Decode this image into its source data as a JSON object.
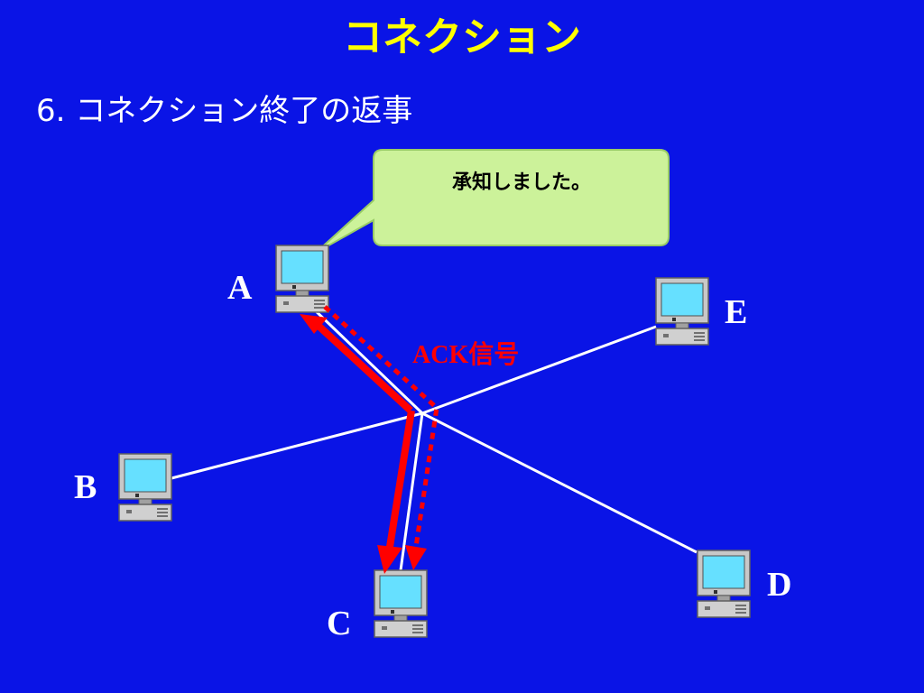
{
  "slide": {
    "title": "コネクション",
    "subtitle": "6. コネクション終了の返事"
  },
  "bubble": {
    "text": "承知しました。"
  },
  "nodes": [
    {
      "id": "A",
      "label": "A"
    },
    {
      "id": "B",
      "label": "B"
    },
    {
      "id": "C",
      "label": "C"
    },
    {
      "id": "D",
      "label": "D"
    },
    {
      "id": "E",
      "label": "E"
    }
  ],
  "ack_label": "ACK信号",
  "colors": {
    "background": "#0a14e6",
    "title": "#ffff00",
    "text": "#ffffff",
    "ack": "#ff0000",
    "bubble": "#ccf29a"
  }
}
